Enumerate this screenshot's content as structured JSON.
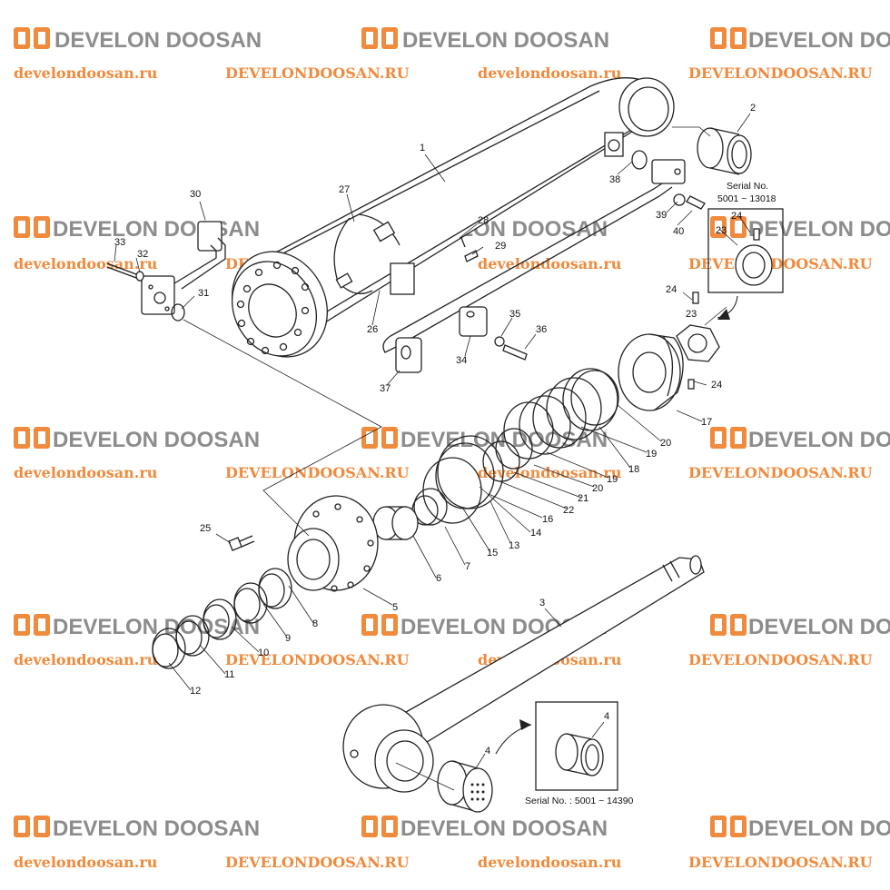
{
  "watermark": {
    "brand": "DEVELON DOOSAN",
    "url_lower": "develondoosan.ru",
    "url_upper": "DEVELONDOOSAN.RU",
    "logo_color": "#f08a3c",
    "brand_color": "#8c8c8c"
  },
  "callouts": {
    "c1": "1",
    "c2": "2",
    "c3": "3",
    "c4a": "4",
    "c4b": "4",
    "c5": "5",
    "c6": "6",
    "c7": "7",
    "c8": "8",
    "c9": "9",
    "c10": "10",
    "c11": "11",
    "c12": "12",
    "c13": "13",
    "c14": "14",
    "c15": "15",
    "c16": "16",
    "c17": "17",
    "c18": "18",
    "c19a": "19",
    "c19b": "19",
    "c20a": "20",
    "c20b": "20",
    "c21": "21",
    "c22": "22",
    "c23a": "23",
    "c23b": "23",
    "c24a": "24",
    "c24b": "24",
    "c24c": "24",
    "c25": "25",
    "c26": "26",
    "c27": "27",
    "c28": "28",
    "c29": "29",
    "c30": "30",
    "c31": "31",
    "c32": "32",
    "c33": "33",
    "c34": "34",
    "c35": "35",
    "c36": "36",
    "c37": "37",
    "c38": "38",
    "c39": "39",
    "c40": "40"
  },
  "serials": {
    "nut_inset_line1": "Serial No.",
    "nut_inset_line2": "5001 ~ 13018",
    "bushing_inset": "Serial No. : 5001 ~ 14390"
  }
}
